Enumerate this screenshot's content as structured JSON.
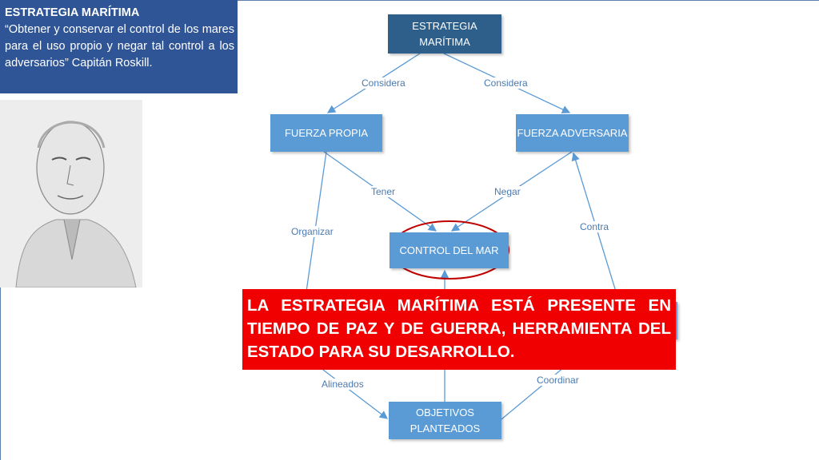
{
  "quote": {
    "title": "ESTRATEGIA MARÍTIMA",
    "text": "“Obtener y conservar el control de los mares para el uso propio y negar tal control a los adversarios” Capitán Roskill."
  },
  "nodes": {
    "estrategia": "ESTRATEGIA MARÍTIMA",
    "fuerza_propia": "FUERZA PROPIA",
    "fuerza_adversaria": "FUERZA ADVERSARIA",
    "control": "CONTROL DEL MAR",
    "objetivos": "OBJETIVOS PLANTEADOS"
  },
  "edges": {
    "considera1": "Considera",
    "considera2": "Considera",
    "tener": "Tener",
    "negar": "Negar",
    "organizar": "Organizar",
    "contra": "Contra",
    "alineados": "Alineados",
    "coordinar": "Coordinar"
  },
  "callout": "LA ESTRATEGIA MARÍTIMA ESTÁ PRESENTE EN TIEMPO DE PAZ Y DE GUERRA, HERRAMIENTA DEL ESTADO PARA SU DESARROLLO.",
  "colors": {
    "dark_box": "#2e5f8a",
    "light_box": "#5b9bd5",
    "callout": "#f00000",
    "highlight": "#c00000"
  }
}
